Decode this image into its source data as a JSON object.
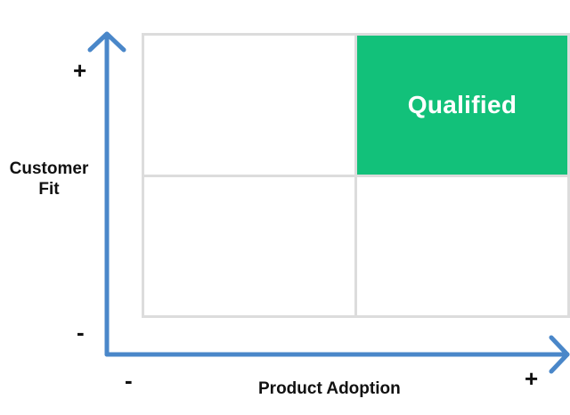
{
  "y_axis": {
    "title": "Customer\nFit",
    "high_sign": "+",
    "low_sign": "-"
  },
  "x_axis": {
    "title": "Product Adoption",
    "low_sign": "-",
    "high_sign": "+"
  },
  "quadrants": {
    "top_left": "",
    "top_right": "Qualified",
    "bottom_left": "",
    "bottom_right": ""
  },
  "colors": {
    "axis": "#4a87c9",
    "highlight": "#12c17a",
    "grid_border": "#dcdcdc"
  }
}
